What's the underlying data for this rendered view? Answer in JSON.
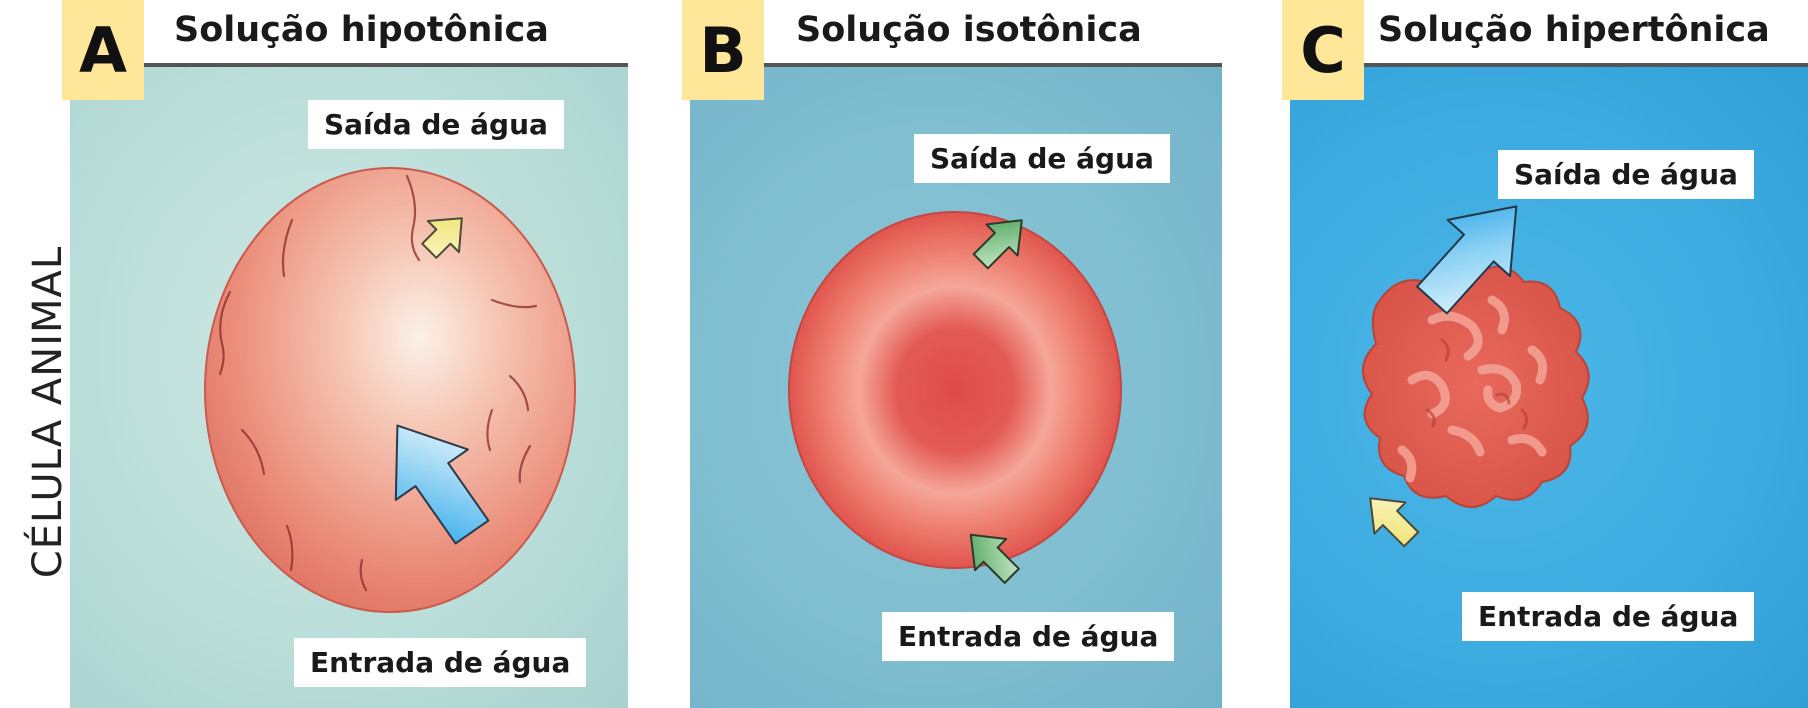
{
  "side_label": "CÉLULA ANIMAL",
  "panels": [
    {
      "letter": "A",
      "title": "Solução hipotônica",
      "out_label": "Saída de água",
      "in_label": "Entrada de água"
    },
    {
      "letter": "B",
      "title": "Solução isotônica",
      "out_label": "Saída de água",
      "in_label": "Entrada de água"
    },
    {
      "letter": "C",
      "title": "Solução hipertônica",
      "out_label": "Saída de água",
      "in_label": "Entrada de água"
    }
  ],
  "colors": {
    "background_a": "#bfe0dc",
    "background_b": "#7fbdd0",
    "background_c": "#3cabe0",
    "cell": "#e86a5c",
    "arrow_blue": "#3aaee8",
    "arrow_yellow": "#f4ec86",
    "arrow_green": "#5db56a",
    "letter_box": "#ffe79a"
  }
}
